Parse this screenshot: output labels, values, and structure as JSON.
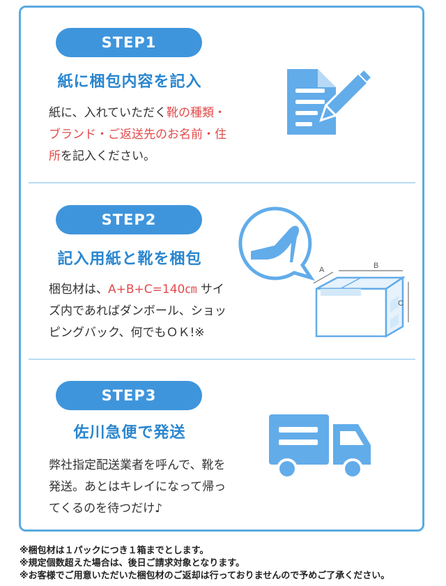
{
  "steps": [
    {
      "label": "STEP1",
      "title": "紙に梱包内容を記入",
      "desc_parts": [
        "紙に、入れていただく",
        "靴の種類・ブランド・ご返送先のお名前・住所",
        "を記入ください。"
      ]
    },
    {
      "label": "STEP2",
      "title": "記入用紙と靴を梱包",
      "desc_parts": [
        "梱包材は、",
        "A+B+C=140㎝",
        " サイズ内であればダンボール、ショッピングバック、何でもＯＫ!※"
      ],
      "box_labels": {
        "a": "A",
        "b": "B",
        "c": "C"
      }
    },
    {
      "label": "STEP3",
      "title": "佐川急便で発送",
      "desc_parts": [
        "弊社指定配送業者を呼んで、靴を発送。あとはキレイになって帰ってくるのを待つだけ♪"
      ]
    }
  ],
  "notes": [
    "※梱包材は１パックにつき１箱までとします。",
    "※規定個数超えた場合は、後日ご請求対象となります。",
    "※お客様でご用意いただいた梱包材のご返却は行っておりませんので予めご了承ください。"
  ],
  "colors": {
    "accent": "#3f95dc",
    "icon": "#62acea",
    "highlight": "#e24b4b"
  },
  "icons": [
    "document-pencil-icon",
    "high-heel-icon",
    "cardboard-box-icon",
    "delivery-truck-icon"
  ]
}
